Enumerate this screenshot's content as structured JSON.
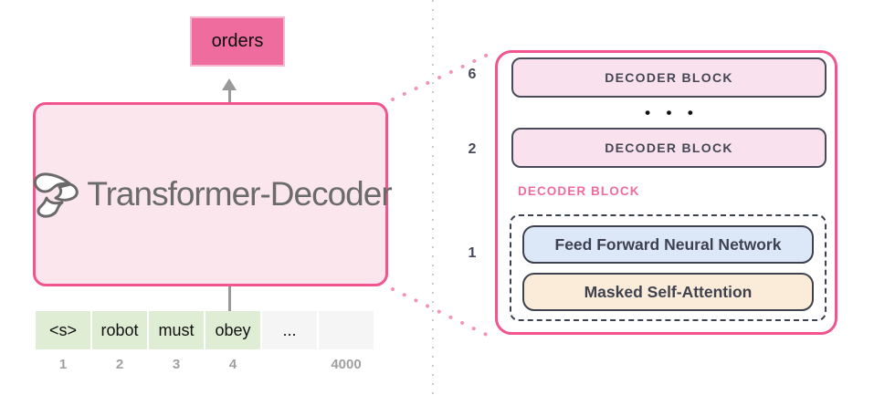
{
  "output_box": {
    "label": "orders"
  },
  "model_box": {
    "label": "Transformer-Decoder",
    "logo": "swirl-pinwheel-logo"
  },
  "input_tokens": {
    "cells": [
      {
        "text": "<s>",
        "index": "1",
        "style": "green"
      },
      {
        "text": "robot",
        "index": "2",
        "style": "green"
      },
      {
        "text": "must",
        "index": "3",
        "style": "green"
      },
      {
        "text": "obey",
        "index": "4",
        "style": "green"
      },
      {
        "text": "...",
        "index": "",
        "style": "gray"
      },
      {
        "text": "",
        "index": "4000",
        "style": "gray"
      }
    ]
  },
  "decoder_panel": {
    "layers": [
      {
        "num": "6",
        "label": "DECODER BLOCK"
      },
      {
        "num": "2",
        "label": "DECODER BLOCK"
      }
    ],
    "ellipsis": "• • •",
    "detail": {
      "num": "1",
      "title": "DECODER BLOCK",
      "components": [
        "Feed Forward Neural Network",
        "Masked Self-Attention"
      ]
    }
  },
  "colors": {
    "pink_border": "#F1548E",
    "model_box_fill": "#FBE6EE",
    "orders_fill": "#EE6D9E",
    "decoder_block_fill": "#F9E2EE",
    "ffnn_fill": "#DCE8F7",
    "attention_fill": "#FAECD8",
    "token_green": "#DEEDD3",
    "token_gray": "#F5F5F5",
    "dark_slate": "#3E4250",
    "arrow_gray": "#999999",
    "pink_dotted": "#F293B7",
    "divider_gray": "#CBCBCB"
  }
}
